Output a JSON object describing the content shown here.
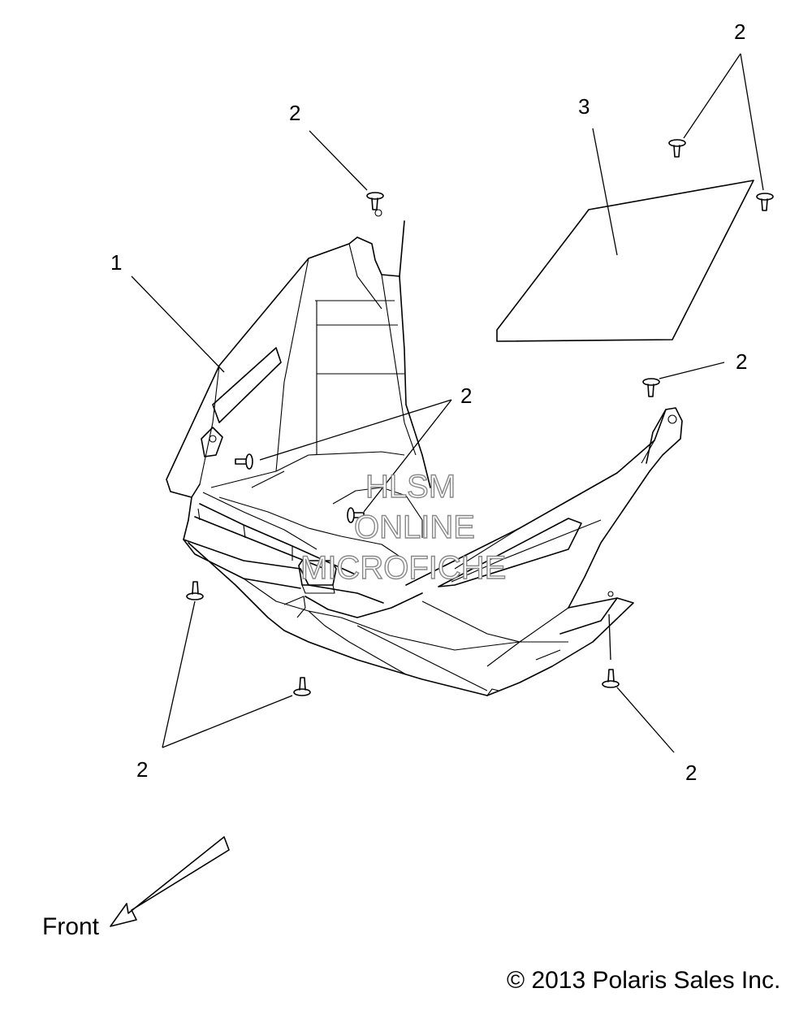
{
  "callouts": {
    "part_1": "1",
    "part_2": "2",
    "part_3": "3"
  },
  "watermark": {
    "line1": "HLSM",
    "line2": "ONLINE",
    "line3": "MICROFICHE"
  },
  "direction": {
    "label": "Front"
  },
  "copyright": "© 2013 Polaris Sales Inc.",
  "colors": {
    "line": "#000000",
    "background": "#ffffff",
    "watermark_outline": "#888888"
  }
}
